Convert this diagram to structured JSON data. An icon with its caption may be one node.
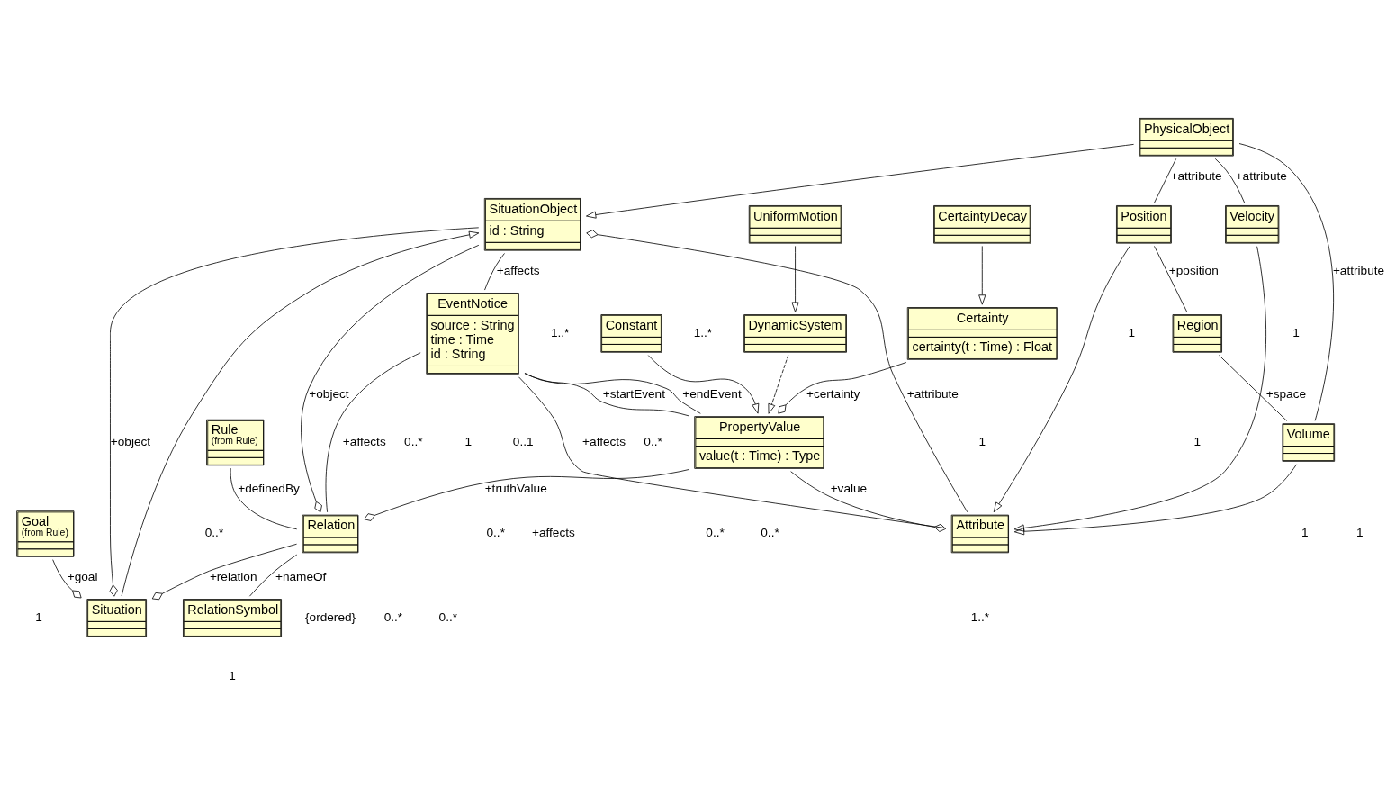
{
  "diagram": {
    "nodes": [
      {
        "text": [
          "PhysicalObject"
        ]
      },
      {
        "text": [
          "SituationObject",
          "id : String"
        ]
      },
      {
        "text": [
          "Situation"
        ]
      },
      {
        "text": [
          "Goal",
          "(from Rule)"
        ]
      },
      {
        "text": [
          "Position"
        ]
      },
      {
        "text": [
          "Velocity"
        ]
      },
      {
        "text": [
          "Rule",
          "(from Rule)"
        ]
      },
      {
        "text": [
          "EventNotice",
          "source : String",
          "time : Time",
          "id : String"
        ]
      },
      {
        "text": [
          "Region"
        ]
      },
      {
        "text": [
          "Attribute"
        ]
      },
      {
        "text": [
          "Relation"
        ]
      },
      {
        "text": [
          "RelationSymbol"
        ]
      },
      {
        "text": [
          "Volume"
        ]
      },
      {
        "text": [
          "Constant"
        ]
      },
      {
        "text": [
          "PropertyValue",
          "value(t : Time) : Type"
        ]
      },
      {
        "text": [
          "Certainty",
          "certainty(t : Time) : Float"
        ]
      },
      {
        "text": [
          "UniformMotion"
        ]
      },
      {
        "text": [
          "DynamicSystem"
        ]
      },
      {
        "text": [
          "CertaintyDecay"
        ]
      }
    ],
    "edges": [
      {
        "from": 0,
        "to": 1,
        "arrow": "to"
      },
      {
        "from": 2,
        "to": 1,
        "arrow": "to"
      },
      {
        "from": 1,
        "to": 2,
        "arrow": "other",
        "label": "+object"
      },
      {
        "from": 3,
        "to": 2,
        "arrow": "other",
        "label": "+goal"
      },
      {
        "from": 10,
        "to": 2,
        "arrow": "other",
        "label": "+relation"
      },
      {
        "from": 0,
        "to": 4,
        "arrow": "none",
        "label": "+attribute"
      },
      {
        "from": 0,
        "to": 5,
        "arrow": "none",
        "label": "+attribute"
      },
      {
        "from": 0,
        "to": 12,
        "arrow": "none",
        "label": "+attribute"
      },
      {
        "from": 4,
        "to": 8,
        "arrow": "none",
        "label": "+position"
      },
      {
        "from": 8,
        "to": 12,
        "arrow": "none",
        "label": "+space"
      },
      {
        "from": 4,
        "to": 9,
        "arrow": "to"
      },
      {
        "from": 5,
        "to": 9,
        "arrow": "to"
      },
      {
        "from": 12,
        "to": 9,
        "arrow": "to"
      },
      {
        "from": 9,
        "to": 1,
        "arrow": "other",
        "label": "+attribute"
      },
      {
        "from": 1,
        "to": 7,
        "arrow": "none",
        "label": "+affects"
      },
      {
        "from": 1,
        "to": 10,
        "arrow": "other",
        "label": "+object"
      },
      {
        "from": 9,
        "to": 7,
        "arrow": "none",
        "label": "+affects"
      },
      {
        "from": 7,
        "to": 10,
        "arrow": "none",
        "label": "+affects"
      },
      {
        "from": 6,
        "to": 10,
        "arrow": "none",
        "label": "+definedBy"
      },
      {
        "from": 10,
        "to": 11,
        "arrow": "none",
        "label": "+nameOf"
      },
      {
        "from": 7,
        "to": 14,
        "arrow": "none",
        "label": "+startEvent"
      },
      {
        "from": 7,
        "to": 14,
        "arrow": "none",
        "label": "+endEvent"
      },
      {
        "from": 14,
        "to": 9,
        "arrow": "other",
        "label": "+value"
      },
      {
        "from": 14,
        "to": 10,
        "arrow": "other",
        "label": "+truthValue"
      },
      {
        "from": 15,
        "to": 14,
        "arrow": "other",
        "label": "+certainty"
      },
      {
        "from": 13,
        "to": 14,
        "arrow": "to"
      },
      {
        "from": 17,
        "to": 14,
        "arrow": "to",
        "style": "dashed"
      },
      {
        "from": 16,
        "to": 17,
        "arrow": "to"
      },
      {
        "from": 18,
        "to": 15,
        "arrow": "to"
      }
    ],
    "labels": [
      "1..*",
      "1",
      "1",
      "1",
      "0..*",
      "1..*",
      "{ordered}",
      "1",
      "1..*",
      "0..*",
      "0..*",
      "0..*",
      "0..*",
      "1",
      "1",
      "0..1",
      "1",
      "0..*",
      "+affects",
      "0..*",
      "0..*",
      "1",
      "1"
    ]
  }
}
